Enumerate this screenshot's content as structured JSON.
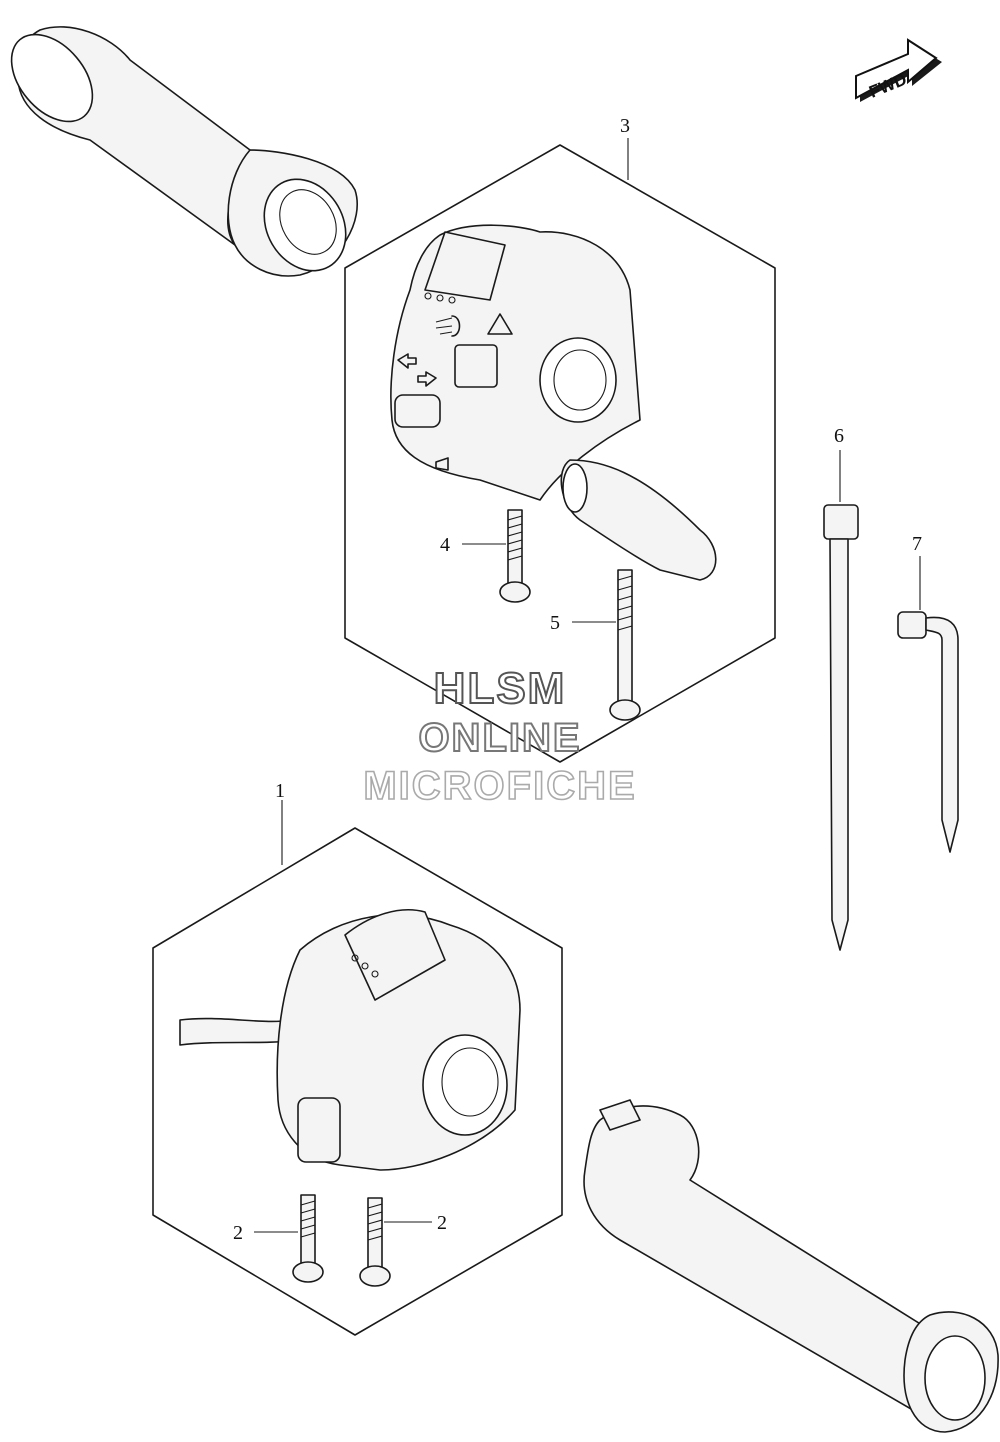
{
  "fwd_badge": {
    "text": "FWD"
  },
  "callouts": {
    "c1": "1",
    "c2a": "2",
    "c2b": "2",
    "c3": "3",
    "c4": "4",
    "c5": "5",
    "c6": "6",
    "c7": "7"
  },
  "watermark": {
    "line1": "HLSM",
    "line2": "ONLINE",
    "line3": "MICROFICHE"
  },
  "icons": [
    "fwd-arrow-icon",
    "headlight-icon",
    "hazard-icon",
    "turn-signal-icon",
    "horn-icon"
  ]
}
